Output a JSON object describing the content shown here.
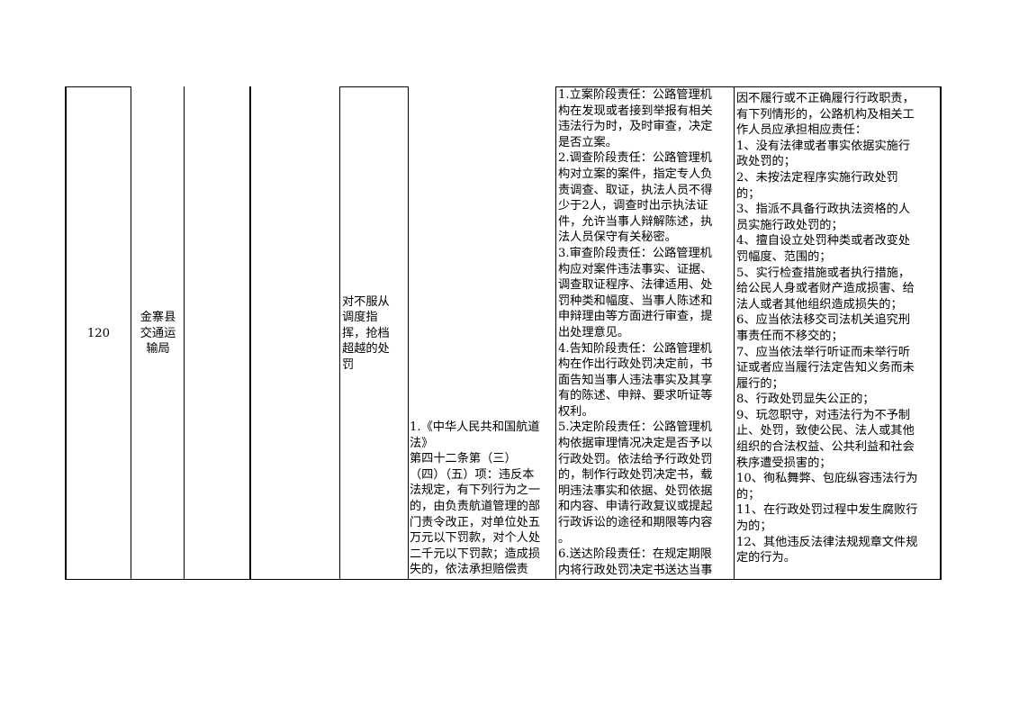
{
  "row": {
    "number": "120",
    "department": "金寨县\n交通运\n输局",
    "item_name": "对不服从\n调度指\n挥，抢档\n超越的处\n罚",
    "legal_basis": "1.《中华人民共和国航道\n法》\n第四十二条第（三）\n（四）（五）项：违反本\n法规定，有下列行为之一\n的，由负责航道管理的部\n门责令改正，对单位处五\n万元以下罚款，对个人处\n二千元以下罚款；造成损\n失的，依法承担赔偿责",
    "responsibility": "1.立案阶段责任：公路管理机\n构在发现或者接到举报有相关\n违法行为时，及时审查，决定\n是否立案。\n2.调查阶段责任：公路管理机\n构对立案的案件，指定专人负\n责调查、取证，执法人员不得\n少于2人，调查时出示执法证\n件，允许当事人辩解陈述，执\n法人员保守有关秘密。\n3.审查阶段责任：公路管理机\n构应对案件违法事实、证据、\n调查取证程序、法律适用、处\n罚种类和幅度、当事人陈述和\n申辩理由等方面进行审查，提\n出处理意见。\n4.告知阶段责任：公路管理机\n构在作出行政处罚决定前，书\n面告知当事人违法事实及其享\n有的陈述、申辩、要求听证等\n权利。\n5.决定阶段责任：公路管理机\n构依据审理情况决定是否予以\n行政处罚。依法给予行政处罚\n的，制作行政处罚决定书，载\n明违法事实和依据、处罚依据\n和内容、申请行政复议或提起\n行政诉讼的途径和期限等内容\n。\n6.送达阶段责任：在规定期限\n内将行政处罚决定书送达当事",
    "accountability": "因不履行或不正确履行行政职责，\n有下列情形的，公路机构及相关工\n作人员应承担相应责任：\n1、没有法律或者事实依据实施行\n政处罚的；\n2、未按法定程序实施行政处罚\n的；\n3、指派不具备行政执法资格的人\n员实施行政处罚的；\n4、擅自设立处罚种类或者改变处\n罚幅度、范围的；\n5、实行检查措施或者执行措施，\n给公民人身或者财产造成损害、给\n法人或者其他组织造成损失的；\n6、应当依法移交司法机关追究刑\n事责任而不移交的；\n7、应当依法举行听证而未举行听\n证或者应当履行法定告知义务而未\n履行的；\n8、行政处罚显失公正的；\n9、玩忽职守，对违法行为不予制\n止、处罚，致使公民、法人或其他\n组织的合法权益、公共利益和社会\n秩序遭受损害的；\n10、徇私舞弊、包庇纵容违法行为\n的；\n11、在行政处罚过程中发生腐败行\n为的；\n12、其他违反法律法规规章文件规\n定的行为。"
  }
}
